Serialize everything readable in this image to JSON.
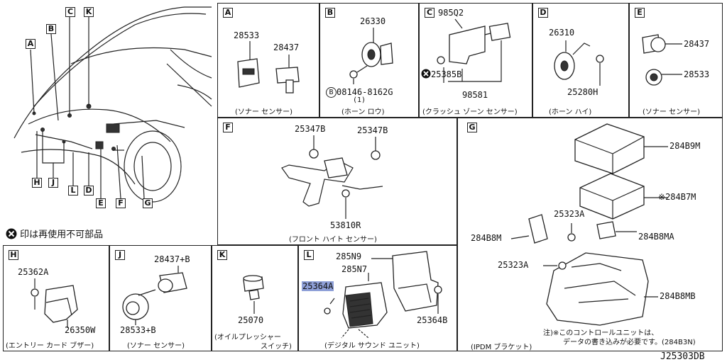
{
  "diagram_id": "J25303DB",
  "legend_note": "印は再使用不可部品",
  "car_overview": {
    "callouts": [
      "A",
      "B",
      "C",
      "K",
      "H",
      "J",
      "L",
      "D",
      "E",
      "F",
      "G"
    ]
  },
  "panels": {
    "A": {
      "tag": "A",
      "parts": [
        "28533",
        "28437"
      ],
      "caption": "(ソナー センサー)"
    },
    "B": {
      "tag": "B",
      "parts": [
        "26330",
        "08146-8162G",
        "(1)"
      ],
      "caption": "(ホーン ロウ)"
    },
    "C": {
      "tag": "C",
      "parts": [
        "985Q2",
        "25385B",
        "98581"
      ],
      "caption": "(クラッシュ ゾーン センサー)"
    },
    "D": {
      "tag": "D",
      "parts": [
        "26310",
        "25280H"
      ],
      "caption": "(ホーン ハイ)"
    },
    "E": {
      "tag": "E",
      "parts": [
        "28437",
        "28533"
      ],
      "caption": "(ソナー センサー)"
    },
    "F": {
      "tag": "F",
      "parts": [
        "25347B",
        "25347B",
        "53810R"
      ],
      "caption": "(フロント ハイト センサー)"
    },
    "G": {
      "tag": "G",
      "parts": [
        "284B9M",
        "284B7M",
        "25323A",
        "284B8M",
        "284B8MA",
        "25323A",
        "284B8MB"
      ],
      "caption": "(IPDM ブラケット)",
      "note1": "注)※このコントロールユニットは、",
      "note2": "データの書き込みが必要です。(284B3N)"
    },
    "H": {
      "tag": "H",
      "parts": [
        "25362A",
        "26350W"
      ],
      "caption": "(エントリー カード ブザー)"
    },
    "J": {
      "tag": "J",
      "parts": [
        "28437+B",
        "28533+B"
      ],
      "caption": "(ソナー センサー)"
    },
    "K": {
      "tag": "K",
      "parts": [
        "25070"
      ],
      "caption1": "(オイルプレッシャー",
      "caption2": "スイッチ)"
    },
    "L": {
      "tag": "L",
      "parts": [
        "285N9",
        "285N7",
        "25364A",
        "25364B"
      ],
      "caption": "(デジタル サウンド ユニット)"
    }
  },
  "colors": {
    "highlight": "#8fa0d8",
    "line": "#222222"
  },
  "icons": {
    "non_reusable": "x-circle-icon"
  }
}
